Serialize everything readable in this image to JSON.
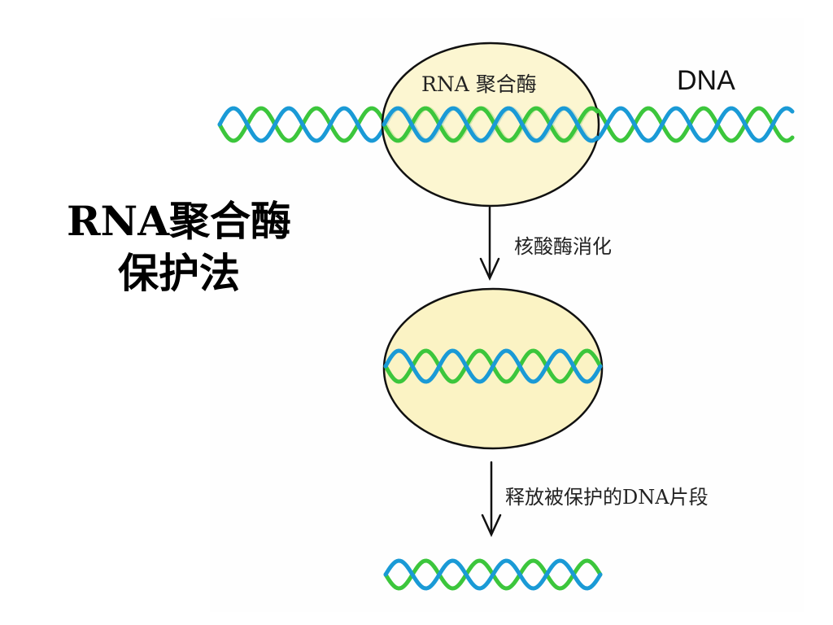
{
  "title": {
    "line1": "RNA聚合酶",
    "line2": "保护法"
  },
  "labels": {
    "enzyme": "RNA 聚合酶",
    "dna": "DNA",
    "step1": "核酸酶消化",
    "step2": "释放被保护的DNA片段"
  },
  "colors": {
    "strand_blue": "#1a9ad6",
    "strand_green": "#3cc63c",
    "enzyme_fill": "#fbf3c4",
    "outline": "#111111"
  }
}
